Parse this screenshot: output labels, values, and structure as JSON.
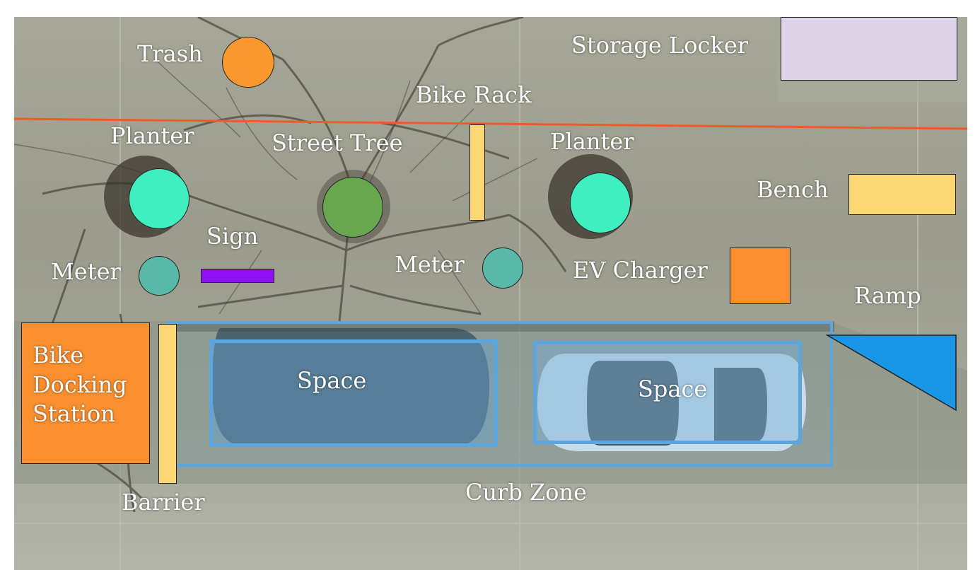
{
  "colors": {
    "planter": "#40efbf",
    "street_tree": "#68a650",
    "meter": "#59b9a6",
    "trash": "#fb992f",
    "orange_block": "#f98f2f",
    "yellow": "#fdd774",
    "storage_locker": "#ddd4e8",
    "sign": "#8f10f7",
    "ramp": "#1997e6",
    "curb_zone_outline": "#5aa6de",
    "property_line": "#ef5a2a"
  },
  "labels": {
    "trash": "Trash",
    "storage_locker": "Storage Locker",
    "bike_rack": "Bike Rack",
    "planter_left": "Planter",
    "street_tree": "Street Tree",
    "planter_right": "Planter",
    "bench": "Bench",
    "sign": "Sign",
    "meter_left": "Meter",
    "meter_right": "Meter",
    "ev_charger": "EV Charger",
    "ramp": "Ramp",
    "bike_docking_station": "Bike\nDocking\nStation",
    "space_left": "Space",
    "space_right": "Space",
    "barrier": "Barrier",
    "curb_zone": "Curb Zone"
  }
}
